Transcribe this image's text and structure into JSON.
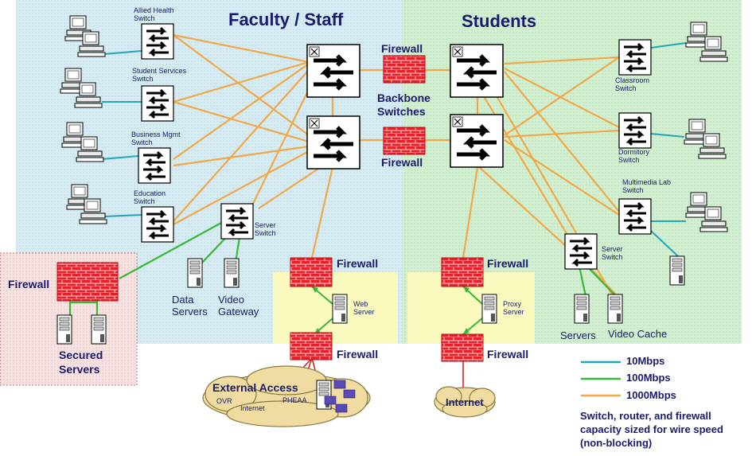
{
  "zones": {
    "faculty_title": "Faculty / Staff",
    "students_title": "Students"
  },
  "switches": {
    "allied_health": "Allied Health\nSwitch",
    "student_services": "Student Services\nSwitch",
    "business_mgmt": "Business Mgmt\nSwitch",
    "education": "Education\nSwitch",
    "faculty_server": "Server\nSwitch",
    "classroom": "Classroom\nSwitch",
    "dormitory": "Dormitory\nSwitch",
    "multimedia_lab": "Multimedia Lab\nSwitch",
    "student_server": "Server\nSwitch"
  },
  "backbone": {
    "firewall_top": "Firewall",
    "label": "Backbone\nSwitches",
    "firewall_bottom": "Firewall"
  },
  "faculty_servers": {
    "data_servers": "Data\nServers",
    "video_gateway": "Video\nGateway"
  },
  "secured": {
    "firewall": "Firewall",
    "label": "Secured\nServers"
  },
  "web": {
    "firewall_top": "Firewall",
    "server": "Web\nServer",
    "firewall_bottom": "Firewall"
  },
  "proxy": {
    "firewall_top": "Firewall",
    "server": "Proxy\nServer",
    "firewall_bottom": "Firewall"
  },
  "student_servers": {
    "servers": "Servers",
    "video_cache": "Video Cache"
  },
  "external": {
    "title": "External Access",
    "ovr": "OVR",
    "internet": "Internet",
    "pheaa": "PHEAA"
  },
  "internet_cloud": "Internet",
  "legend": {
    "items": [
      {
        "label": "10Mbps",
        "color": "#20a8b8"
      },
      {
        "label": "100Mbps",
        "color": "#38b838"
      },
      {
        "label": "1000Mbps",
        "color": "#f0a848"
      }
    ],
    "note": "Switch, router, and firewall\ncapacity sized for wire speed\n(non-blocking)"
  },
  "colors": {
    "faculty_bg": "#d8ecf2",
    "students_bg": "#d4f0d4",
    "secured_bg": "#f8e0e0",
    "dmz_bg": "#fafabf",
    "firewall": "#e8202a",
    "cloud": "#f0dca0"
  }
}
